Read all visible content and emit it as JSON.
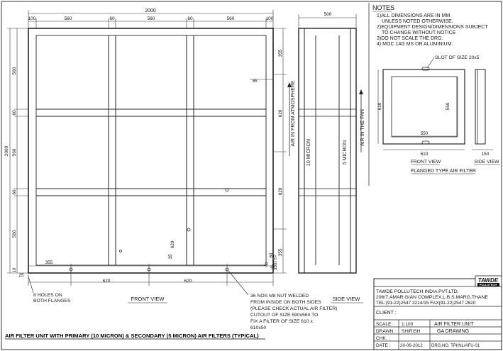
{
  "overall_dims": {
    "width": "2000",
    "height": "2000",
    "depth": "500",
    "left_margin": "100",
    "right_margin": "100",
    "gap_top": "60",
    "gap_left": "60",
    "gap_bottom": "60",
    "cell_w1": "560",
    "cell_w2": "560",
    "cell_w3": "560",
    "left_h1": "560",
    "left_h2": "560",
    "left_h3": "560",
    "right_355_top": "355",
    "right_620_1": "620",
    "right_620_2": "620",
    "right_355_bot": "355",
    "right_60a": "60",
    "right_60b": "60",
    "right_60c": "60",
    "bottom_355a": "355",
    "bottom_620a": "620",
    "bottom_620b": "620",
    "bottom_620c": "620",
    "bottom_25": "25",
    "bottom_60": "60",
    "bottom_left_10": "10",
    "right_85": "85",
    "right_35": "35",
    "right_350_typ": "350TYP",
    "bot_50": "50",
    "bot_85": "85"
  },
  "front_view_labels": {
    "air_in": "AIR IN FROM ATMOSPHERE",
    "front_view_label": "FRONT VIEW",
    "holes_note_line1": "8 HOLES ON",
    "holes_note_line2": "BOTH FLANGES",
    "nuts_note": [
      "36 NOS M8 NUT WELDED",
      "FROM INSIDE ON BOTH SIDES",
      "(PLEASE CHECK ACTUAL AIR FILTER)",
      "CUTOUT OF SIZE 590x560 TO",
      "FIX A FILTER OF SIZE 610 x",
      "610x50"
    ]
  },
  "side_view_labels": {
    "ten_micron": "10 MICRON",
    "five_micron": "5 MICRON",
    "air_in_fan": "AIR IN THE FAN",
    "side_view_label": "SIDE VIEW"
  },
  "notes": {
    "heading": "NOTES",
    "items": [
      "1)ALL DIMENSIONS ARE IN MM",
      "UNLESS NOTED OTHERWISE.",
      "2)EQUIPMENT DESIGN/DIMENSIONS SUBJECT",
      "TO CHANGE WITHOUT NOTICE",
      "3)DO NOT SCALE THE DRG.",
      "4) MOC 14G MS OR ALUMINIUM."
    ]
  },
  "flanged_detail": {
    "slot_label": "SLOT OF SIZE 20x5",
    "dim_610_left": "610",
    "dim_550_inner": "550",
    "dim_550_bottom": "550",
    "dim_610_bottom": "610",
    "dim_150": "150",
    "front_view": "FRONT VIEW",
    "side_view": "SIDE VIEW",
    "title": "FLANGED TYPE AIR FILTER"
  },
  "title_block": {
    "company": "TAWDE POLLUTECH INDIA PVT.LTD.",
    "address": "206/7,AMAR GIAN COMPLEX,L.B.S.MARG,THANE",
    "phone": "TEL:(91-22)2547 2214/15 FAX(91-22)2547 2620",
    "client_label": "CLIENT :",
    "logo_top": "TAWDE",
    "logo_bottom": "POLLUTECH",
    "rows": [
      {
        "label": "SCALE :",
        "value": "1:100",
        "right": "AIR FILTER UNIT"
      },
      {
        "label": "DRAWN :",
        "value": "SHIRISH",
        "right": "GA DRAWING"
      },
      {
        "label": "CHK. :",
        "value": "",
        "right": ""
      },
      {
        "label": "DATE :",
        "value": "20-06-2012",
        "right": "DRG.NO. TPI/NL/AFU-01"
      }
    ]
  },
  "caption": "AIR FILTER UNIT WITH PRIMARY (10 MICRON) & SECONDARY (5 MICRON) AIR FILTERS (TYPICAL)"
}
